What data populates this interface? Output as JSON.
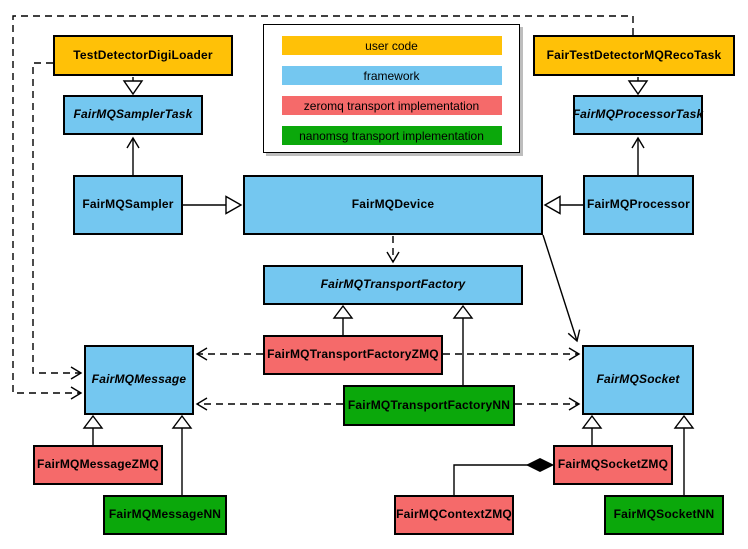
{
  "diagram_kind": "uml-class-diagram",
  "colors": {
    "user": "#ffc107",
    "framework": "#74c7f0",
    "zeromq": "#f56a6a",
    "nanomsg": "#0ba80b",
    "line": "#000000",
    "background": "#ffffff"
  },
  "legend": {
    "items": [
      {
        "label": "user code",
        "category": "user",
        "color": "#ffc107"
      },
      {
        "label": "framework",
        "category": "framework",
        "color": "#74c7f0"
      },
      {
        "label": "zeromq transport implementation",
        "category": "zeromq",
        "color": "#f56a6a"
      },
      {
        "label": "nanomsg transport implementation",
        "category": "nanomsg",
        "color": "#0ba80b"
      }
    ]
  },
  "classes": {
    "digiLoader": {
      "label": "TestDetectorDigiLoader",
      "category": "user",
      "abstract": false
    },
    "recoTask": {
      "label": "FairTestDetectorMQRecoTask",
      "category": "user",
      "abstract": false
    },
    "samplerTask": {
      "label": "FairMQSamplerTask",
      "category": "framework",
      "abstract": true
    },
    "processorTask": {
      "label": "FairMQProcessorTask",
      "category": "framework",
      "abstract": true
    },
    "sampler": {
      "label": "FairMQSampler",
      "category": "framework",
      "abstract": false
    },
    "device": {
      "label": "FairMQDevice",
      "category": "framework",
      "abstract": false
    },
    "processor": {
      "label": "FairMQProcessor",
      "category": "framework",
      "abstract": false
    },
    "transportFactory": {
      "label": "FairMQTransportFactory",
      "category": "framework",
      "abstract": true
    },
    "transportFactoryZMQ": {
      "label": "FairMQTransportFactoryZMQ",
      "category": "zeromq",
      "abstract": false
    },
    "transportFactoryNN": {
      "label": "FairMQTransportFactoryNN",
      "category": "nanomsg",
      "abstract": false
    },
    "message": {
      "label": "FairMQMessage",
      "category": "framework",
      "abstract": true
    },
    "socket": {
      "label": "FairMQSocket",
      "category": "framework",
      "abstract": true
    },
    "messageZMQ": {
      "label": "FairMQMessageZMQ",
      "category": "zeromq",
      "abstract": false
    },
    "messageNN": {
      "label": "FairMQMessageNN",
      "category": "nanomsg",
      "abstract": false
    },
    "contextZMQ": {
      "label": "FairMQContextZMQ",
      "category": "zeromq",
      "abstract": false
    },
    "socketZMQ": {
      "label": "FairMQSocketZMQ",
      "category": "zeromq",
      "abstract": false
    },
    "socketNN": {
      "label": "FairMQSocketNN",
      "category": "nanomsg",
      "abstract": false
    }
  },
  "relationships": [
    {
      "from": "TestDetectorDigiLoader",
      "to": "FairMQSamplerTask",
      "type": "inheritance"
    },
    {
      "from": "FairTestDetectorMQRecoTask",
      "to": "FairMQProcessorTask",
      "type": "inheritance"
    },
    {
      "from": "FairMQSampler",
      "to": "FairMQSamplerTask",
      "type": "association"
    },
    {
      "from": "FairMQProcessor",
      "to": "FairMQProcessorTask",
      "type": "association"
    },
    {
      "from": "FairMQSampler",
      "to": "FairMQDevice",
      "type": "inheritance"
    },
    {
      "from": "FairMQProcessor",
      "to": "FairMQDevice",
      "type": "inheritance"
    },
    {
      "from": "FairMQDevice",
      "to": "FairMQTransportFactory",
      "type": "dependency"
    },
    {
      "from": "FairMQDevice",
      "to": "FairMQSocket",
      "type": "association"
    },
    {
      "from": "FairMQTransportFactoryZMQ",
      "to": "FairMQTransportFactory",
      "type": "inheritance"
    },
    {
      "from": "FairMQTransportFactoryNN",
      "to": "FairMQTransportFactory",
      "type": "inheritance"
    },
    {
      "from": "FairMQTransportFactoryZMQ",
      "to": "FairMQMessage",
      "type": "dependency"
    },
    {
      "from": "FairMQTransportFactoryZMQ",
      "to": "FairMQSocket",
      "type": "dependency"
    },
    {
      "from": "FairMQTransportFactoryNN",
      "to": "FairMQMessage",
      "type": "dependency"
    },
    {
      "from": "FairMQTransportFactoryNN",
      "to": "FairMQSocket",
      "type": "dependency"
    },
    {
      "from": "FairMQMessageZMQ",
      "to": "FairMQMessage",
      "type": "inheritance"
    },
    {
      "from": "FairMQMessageNN",
      "to": "FairMQMessage",
      "type": "inheritance"
    },
    {
      "from": "FairMQSocketZMQ",
      "to": "FairMQSocket",
      "type": "inheritance"
    },
    {
      "from": "FairMQSocketNN",
      "to": "FairMQSocket",
      "type": "inheritance"
    },
    {
      "from": "FairMQContextZMQ",
      "to": "FairMQSocketZMQ",
      "type": "composition"
    },
    {
      "from": "TestDetectorDigiLoader",
      "to": "FairMQMessage",
      "type": "dependency"
    },
    {
      "from": "FairTestDetectorMQRecoTask",
      "to": "FairMQMessage",
      "type": "dependency"
    }
  ]
}
